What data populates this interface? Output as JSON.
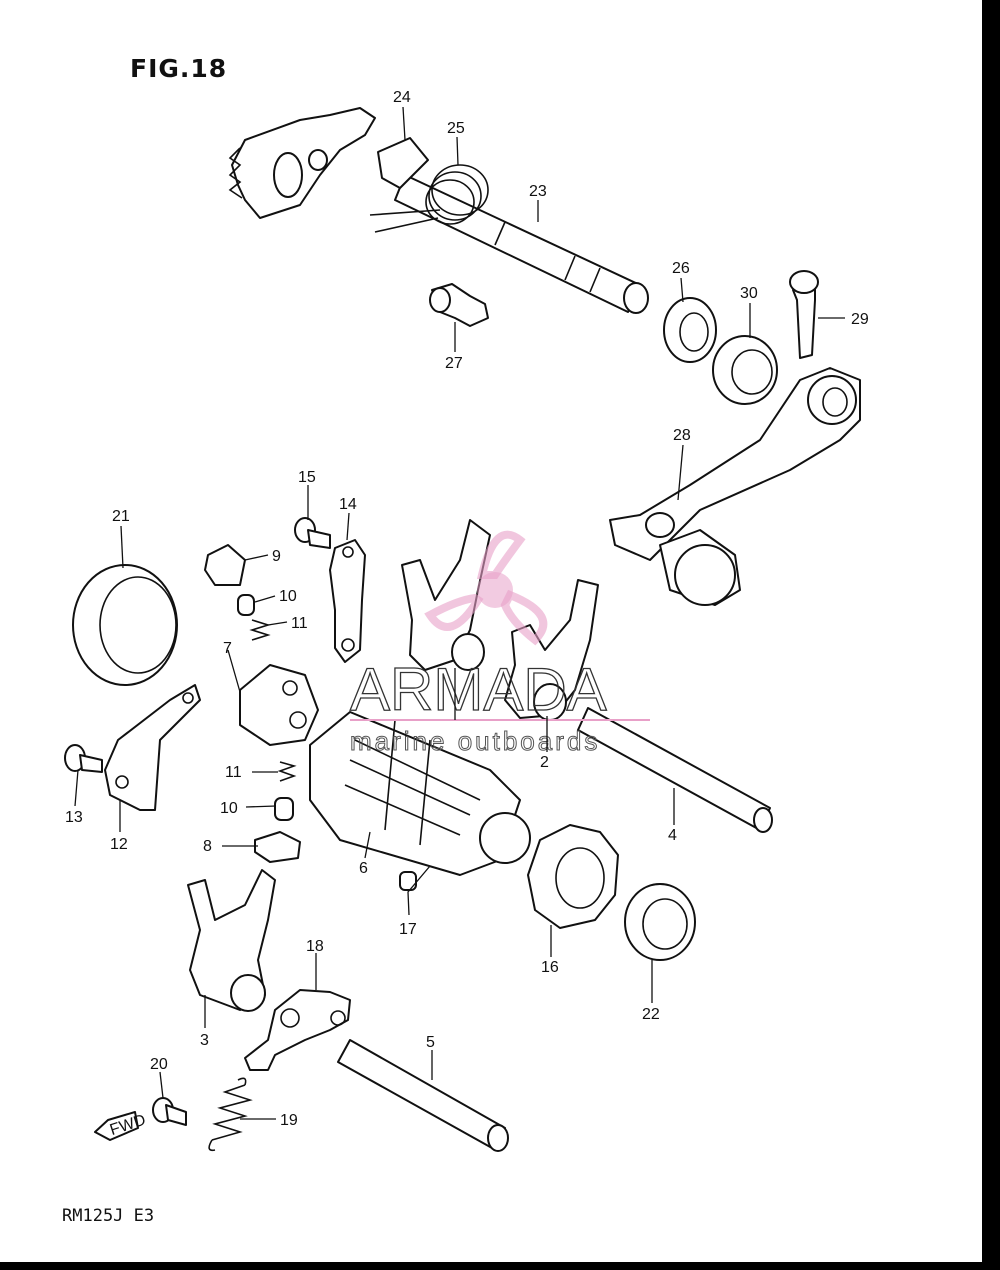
{
  "figure": {
    "title": "FIG.18",
    "model": "RM125J  E3"
  },
  "watermark": {
    "brand": "ARMADA",
    "tagline": "marine outboards",
    "accent_color": "#e8a0c8"
  },
  "fwd_tag": "FWD",
  "callouts": [
    "2",
    "3",
    "4",
    "5",
    "6",
    "7",
    "8",
    "9",
    "10",
    "10",
    "11",
    "11",
    "12",
    "13",
    "14",
    "15",
    "16",
    "17",
    "18",
    "19",
    "20",
    "21",
    "22",
    "23",
    "24",
    "25",
    "26",
    "27",
    "28",
    "29",
    "30"
  ]
}
